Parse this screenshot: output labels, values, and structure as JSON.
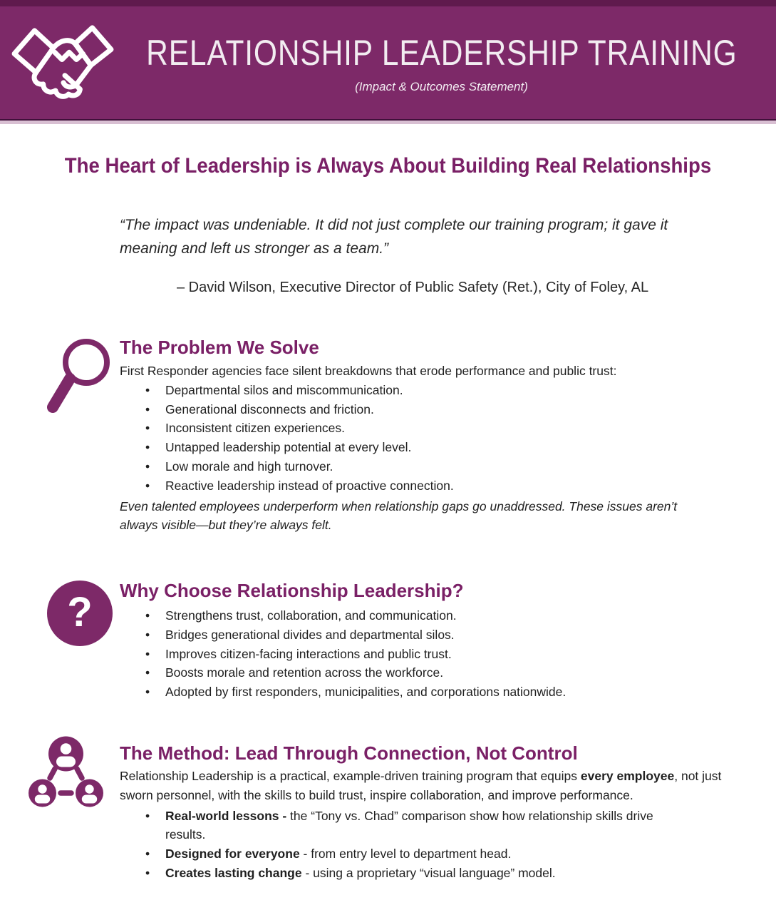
{
  "theme": {
    "band_purple": "#7D2968",
    "band_top_strip": "#5F1A4D",
    "band_bottom_line": "#40103A",
    "band_bottom_light": "#D8BFD2",
    "heading_purple": "#7A2066",
    "body_text": "#1F1F1F",
    "icon_purple": "#7D2968",
    "white": "#FFFFFF"
  },
  "header": {
    "icon": "handshake-icon",
    "title": "RELATIONSHIP LEADERSHIP TRAINING",
    "subtitle": "(Impact & Outcomes Statement)"
  },
  "headline": "The Heart of Leadership is Always About Building Real Relationships",
  "testimonial": {
    "quote": "“The impact was undeniable. It did not just complete our training program; it gave it meaning and left us stronger as a team.”",
    "attribution": "– David Wilson, Executive Director of Public Safety (Ret.), City of Foley, AL"
  },
  "sections": {
    "problem": {
      "icon": "magnifying-glass-icon",
      "title": "The Problem We Solve",
      "intro": "First Responder agencies face silent breakdowns that erode performance and public trust:",
      "bullets": [
        "Departmental silos and miscommunication.",
        "Generational disconnects and friction.",
        "Inconsistent citizen experiences.",
        "Untapped leadership potential at every level.",
        "Low morale and high turnover.",
        "Reactive leadership instead of proactive connection."
      ],
      "outro": "Even talented employees underperform when relationship gaps go unaddressed. These issues aren’t always visible—but they’re always felt."
    },
    "why": {
      "icon": "question-mark-icon",
      "glyph": "?",
      "title": "Why Choose Relationship Leadership?",
      "bullets": [
        "Strengthens trust, collaboration, and communication.",
        "Bridges generational divides and departmental silos.",
        "Improves citizen-facing interactions and public trust.",
        "Boosts morale and retention across the workforce.",
        "Adopted by first responders, municipalities, and corporations nationwide."
      ]
    },
    "method": {
      "icon": "team-network-icon",
      "title": "The Method: Lead Through Connection, Not Control",
      "intro_pre": "Relationship Leadership is a practical, example-driven training program that equips ",
      "intro_bold": "every employee",
      "intro_post": ", not just sworn personnel, with the skills to build trust, inspire collaboration, and improve performance.",
      "bullets": [
        {
          "bold": "Real-world lessons -",
          "rest": " the “Tony vs. Chad” comparison show how relationship skills drive results."
        },
        {
          "bold": "Designed for everyone",
          "rest": " - from entry level to department head."
        },
        {
          "bold": "Creates lasting change",
          "rest": " - using a proprietary “visual language” model."
        }
      ]
    }
  }
}
